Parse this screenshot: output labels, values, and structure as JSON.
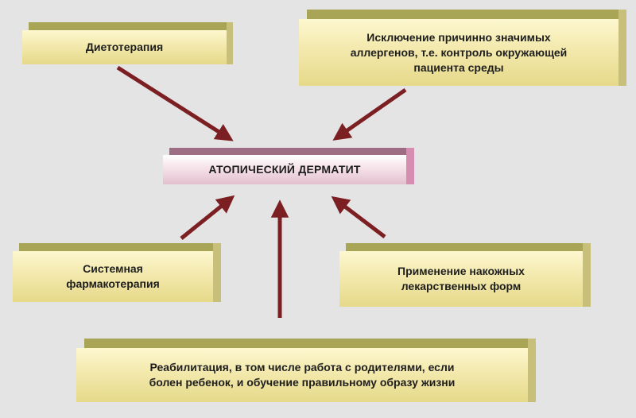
{
  "diagram": {
    "center": "АТОПИЧЕСКИЙ ДЕРМАТИТ",
    "boxes": {
      "diet": "Диетотерапия",
      "allergens": "Исключение причинно значимых\nаллергенов, т.е. контроль окружающей\nпациента среды",
      "pharma": "Системная\nфармакотерапия",
      "topical": "Применение накожных\nлекарственных форм",
      "rehab": "Реабилитация, в том числе работа с родителями, если\nболен ребенок, и обучение правильному образу жизни"
    },
    "colors": {
      "arrow": "#7b1f23",
      "box_front": "#f3e9ad",
      "center_front": "#f4dfe7"
    }
  }
}
